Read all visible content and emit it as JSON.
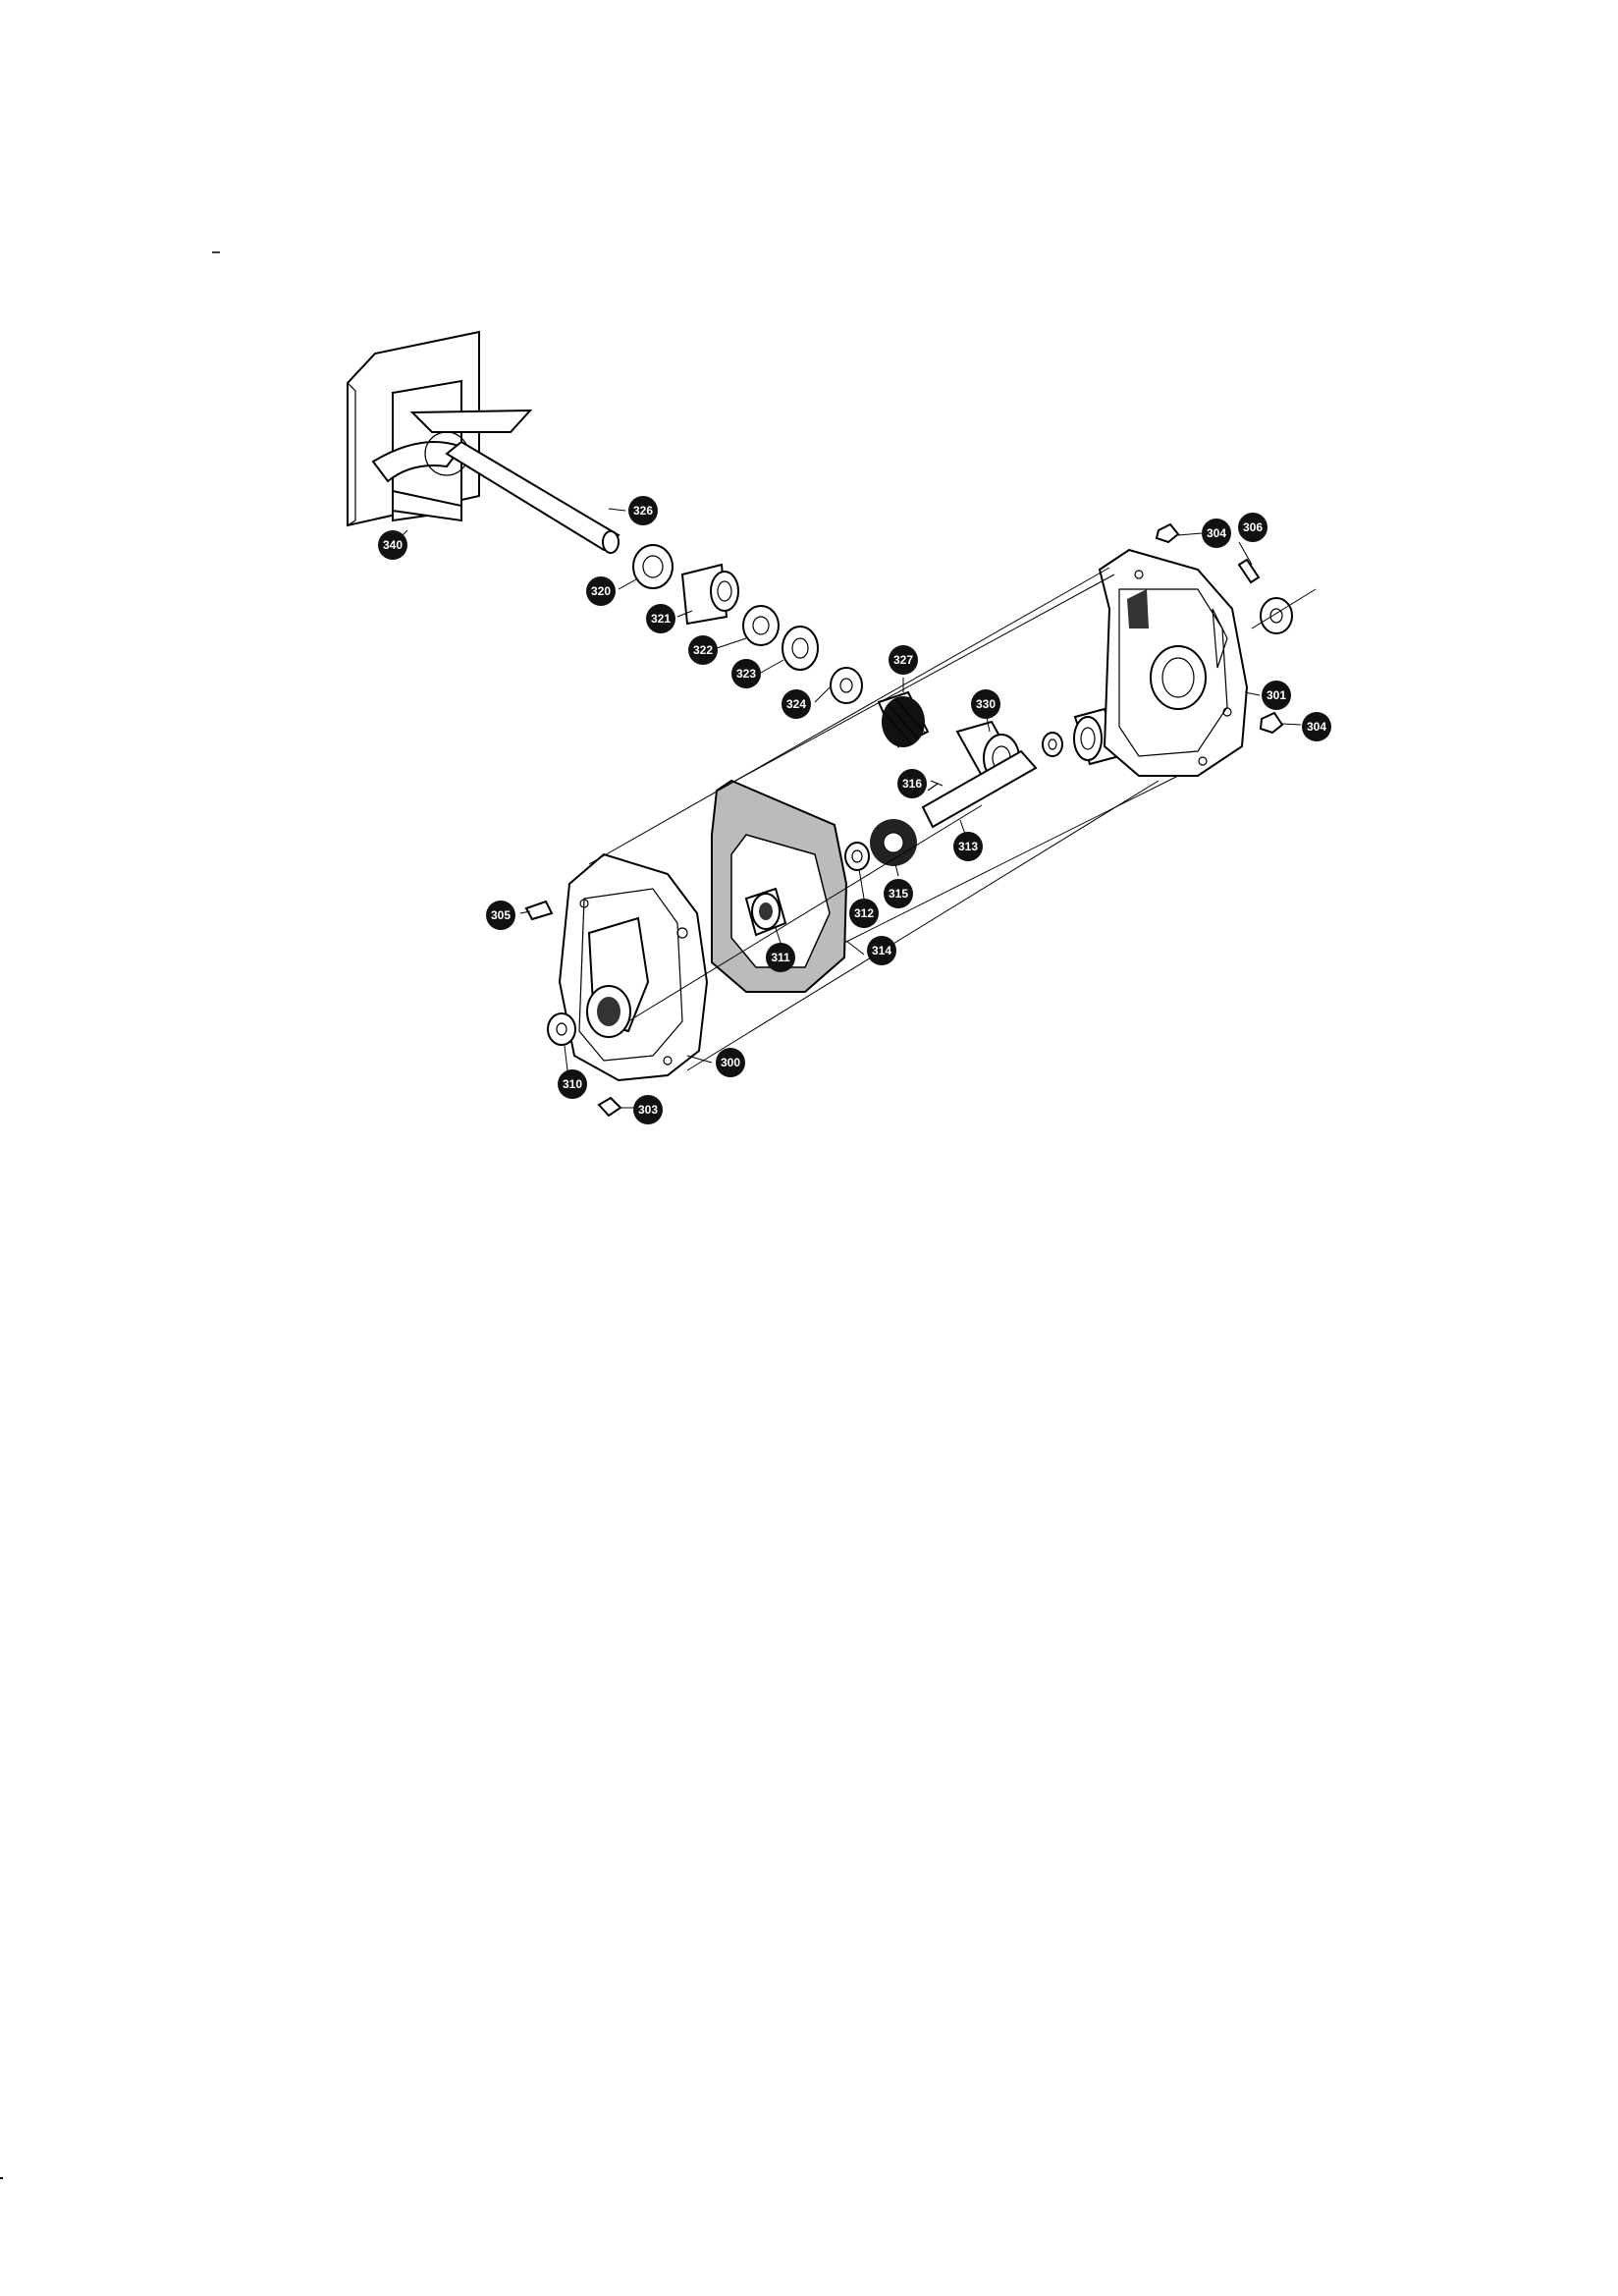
{
  "diagram": {
    "callouts": [
      {
        "id": "c326",
        "label": "326"
      },
      {
        "id": "c340",
        "label": "340"
      },
      {
        "id": "c320",
        "label": "320"
      },
      {
        "id": "c321",
        "label": "321"
      },
      {
        "id": "c322",
        "label": "322"
      },
      {
        "id": "c323",
        "label": "323"
      },
      {
        "id": "c324",
        "label": "324"
      },
      {
        "id": "c327",
        "label": "327"
      },
      {
        "id": "c330",
        "label": "330"
      },
      {
        "id": "c304a",
        "label": "304"
      },
      {
        "id": "c306",
        "label": "306"
      },
      {
        "id": "c301",
        "label": "301"
      },
      {
        "id": "c304b",
        "label": "304"
      },
      {
        "id": "c316",
        "label": "316"
      },
      {
        "id": "c313",
        "label": "313"
      },
      {
        "id": "c312",
        "label": "312"
      },
      {
        "id": "c315",
        "label": "315"
      },
      {
        "id": "c314",
        "label": "314"
      },
      {
        "id": "c311",
        "label": "311"
      },
      {
        "id": "c305",
        "label": "305"
      },
      {
        "id": "c310",
        "label": "310"
      },
      {
        "id": "c300",
        "label": "300"
      },
      {
        "id": "c303",
        "label": "303"
      }
    ]
  }
}
